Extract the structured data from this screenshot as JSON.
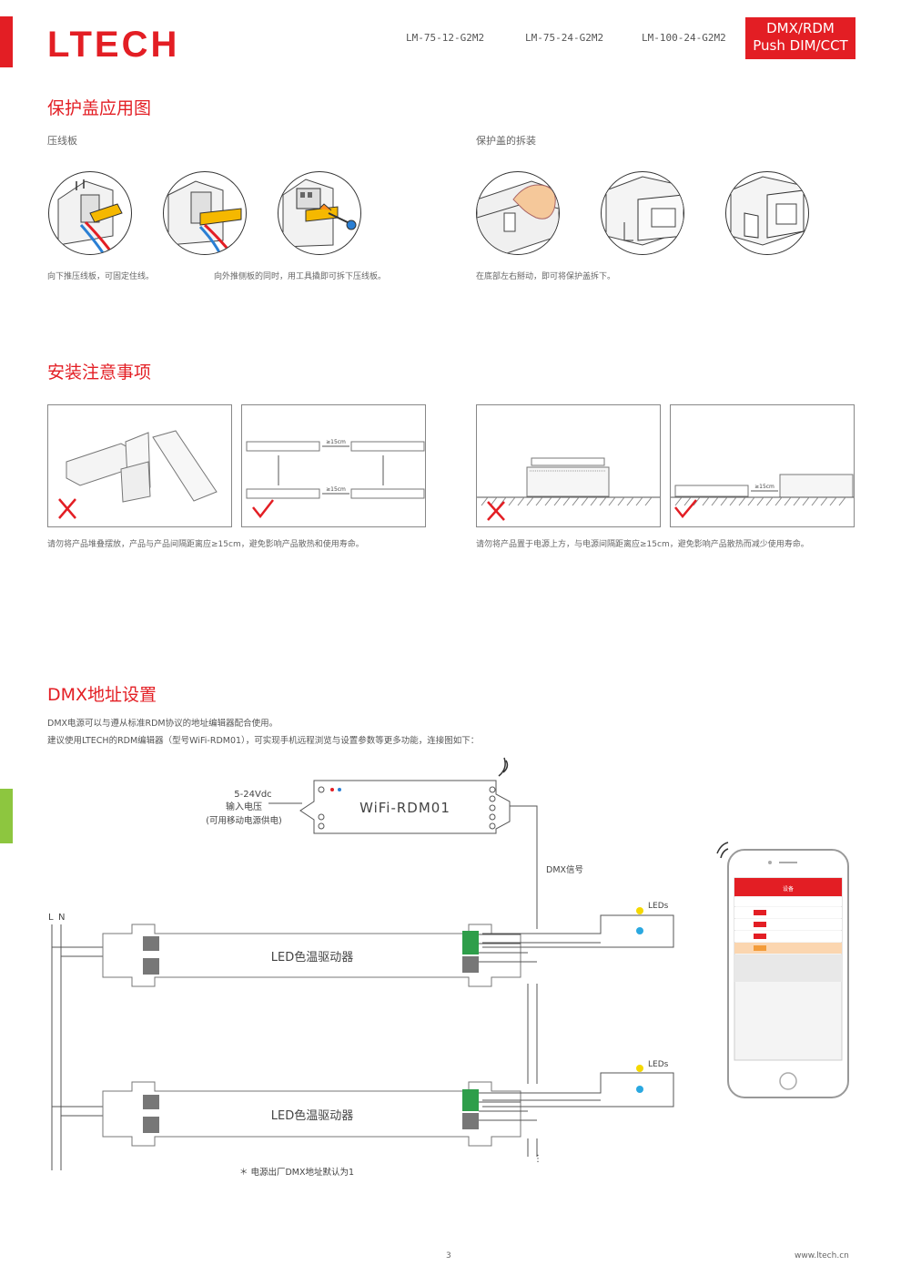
{
  "header": {
    "logo": "LTECH",
    "models": [
      "LM-75-12-G2M2",
      "LM-75-24-G2M2",
      "LM-100-24-G2M2"
    ],
    "tag_line1": "DMX/RDM",
    "tag_line2": "Push DIM/CCT"
  },
  "section1": {
    "title": "保护盖应用图",
    "left_subtitle": "压线板",
    "right_subtitle": "保护盖的拆装",
    "caption1": "向下推压线板，可固定住线。",
    "caption2": "向外推侧板的同时，用工具撬即可拆下压线板。",
    "caption3": "在底部左右掰动，即可将保护盖拆下。"
  },
  "section2": {
    "title": "安装注意事项",
    "dist_label": "≥15cm",
    "caption_left": "请勿将产品堆叠摆放，产品与产品间隔距离应≥15cm，避免影响产品散热和使用寿命。",
    "caption_right": "请勿将产品置于电源上方，与电源间隔距离应≥15cm，避免影响产品散热而减少使用寿命。"
  },
  "section3": {
    "title": "DMX地址设置",
    "line1": "DMX电源可以与遵从标准RDM协议的地址编辑器配合使用。",
    "line2": "建议使用LTECH的RDM编辑器（型号WiFi-RDM01），可实现手机远程浏览与设置参数等更多功能，连接图如下：",
    "input_voltage": "5-24Vdc",
    "input_label": "输入电压",
    "input_note": "(可用移动电源供电)",
    "device_name": "WiFi-RDM01",
    "dmx_signal": "DMX信号",
    "line_L": "L",
    "line_N": "N",
    "driver_label": "LED色温驱动器",
    "leds_label": "LEDs",
    "footnote": "＊ 电源出厂DMX地址默认为1",
    "phone_title": "设备"
  },
  "footer": {
    "page": "3",
    "website": "www.ltech.cn"
  },
  "colors": {
    "brand": "#e31e24",
    "accent_green": "#8dc63f"
  }
}
